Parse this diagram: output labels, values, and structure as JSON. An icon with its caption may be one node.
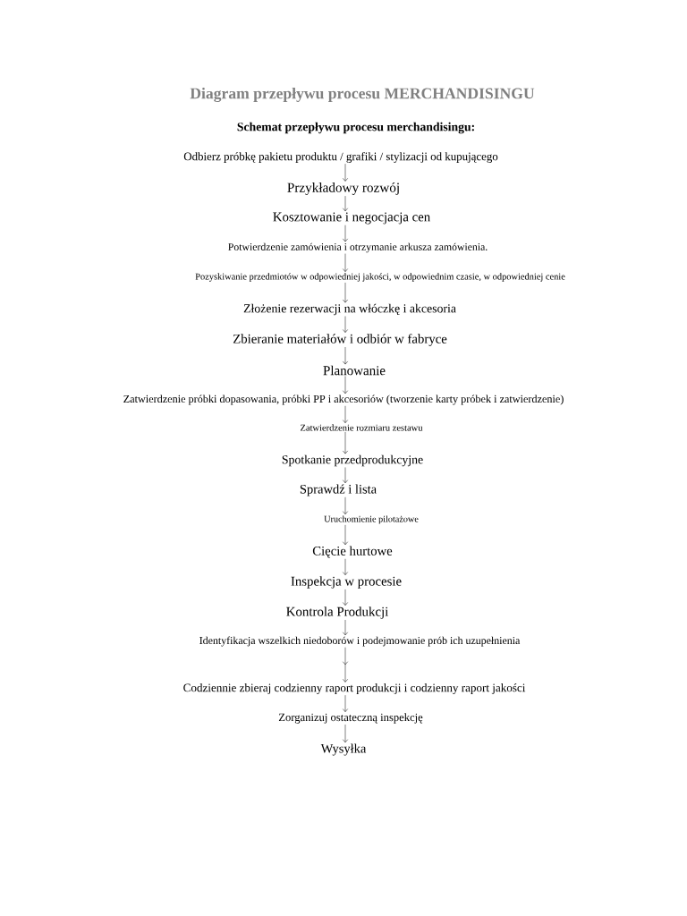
{
  "diagram": {
    "title": "Diagram przepływu procesu MERCHANDISINGU",
    "nodes": [
      {
        "text": [
          "Odbierz próbkę pakietu produktu / grafiki / stylizacji od kupującego"
        ]
      },
      {
        "text": [
          "Przykładowy rozwój"
        ]
      },
      {
        "text": [
          "Kosztowanie i negocjacja cen"
        ]
      },
      {
        "text": [
          "Potwierdzenie zamówienia i otrzymanie arkusza zamówienia."
        ]
      },
      {
        "text": [
          "Pozyskiwanie przedmiotów w odpowiedniej jakości, w odpowiednim czasie, w odpowiedniej cenie"
        ]
      },
      {
        "text": [
          "Złożenie rezerwacji na włóczkę i akcesoria"
        ]
      },
      {
        "text": [
          "Zbieranie materiałów i odbiór w fabryce"
        ]
      },
      {
        "text": [
          "Planowanie"
        ]
      },
      {
        "text": [
          "Zatwierdzenie próbki dopasowania, próbki PP i akcesoriów (tworzenie karty próbek i zatwierdzenie)"
        ]
      },
      {
        "text": [
          "Zatwierdzenie rozmiaru zestawu"
        ]
      },
      {
        "text": [
          "Spotkanie przedprodukcyjne"
        ]
      },
      {
        "text": [
          "Sprawdź i lista"
        ]
      },
      {
        "text": [
          "Uruchomienie pilotażowe"
        ]
      },
      {
        "text": [
          "Cięcie hurtowe"
        ]
      },
      {
        "text": [
          "Inspekcja w procesie"
        ]
      },
      {
        "text": [
          "Kontrola Produkcji"
        ]
      },
      {
        "text": [
          "Identyfikacja wszelkich niedoborów i podejmowanie prób ich uzupełnienia"
        ]
      },
      {
        "text": [
          "Codziennie zbieraj codzienny raport produkcji i codzienny raport jakości"
        ]
      },
      {
        "text": [
          "Zorganizuj ostateczną inspekcję"
        ]
      },
      {
        "text": [
          "Wysyłka"
        ]
      }
    ],
    "edges": [
      {
        "from": 0,
        "to": 1,
        "arrow": "to"
      },
      {
        "from": 1,
        "to": 2,
        "arrow": "to"
      },
      {
        "from": 2,
        "to": 3,
        "arrow": "to"
      },
      {
        "from": 3,
        "to": 4,
        "arrow": "to"
      },
      {
        "from": 4,
        "to": 5,
        "arrow": "to"
      },
      {
        "from": 5,
        "to": 6,
        "arrow": "to"
      },
      {
        "from": 6,
        "to": 7,
        "arrow": "to"
      },
      {
        "from": 7,
        "to": 8,
        "arrow": "to"
      },
      {
        "from": 8,
        "to": 9,
        "arrow": "to"
      },
      {
        "from": 9,
        "to": 10,
        "arrow": "to"
      },
      {
        "from": 10,
        "to": 11,
        "arrow": "to"
      },
      {
        "from": 11,
        "to": 12,
        "arrow": "to"
      },
      {
        "from": 12,
        "to": 13,
        "arrow": "to"
      },
      {
        "from": 13,
        "to": 14,
        "arrow": "to"
      },
      {
        "from": 14,
        "to": 15,
        "arrow": "to"
      },
      {
        "from": 15,
        "to": 16,
        "arrow": "to"
      },
      {
        "from": 16,
        "to": 17,
        "arrow": "to"
      },
      {
        "from": 17,
        "to": 18,
        "arrow": "to"
      },
      {
        "from": 18,
        "to": 19,
        "arrow": "to"
      }
    ],
    "labels": [
      "Schemat przepływu procesu merchandisingu:"
    ]
  }
}
